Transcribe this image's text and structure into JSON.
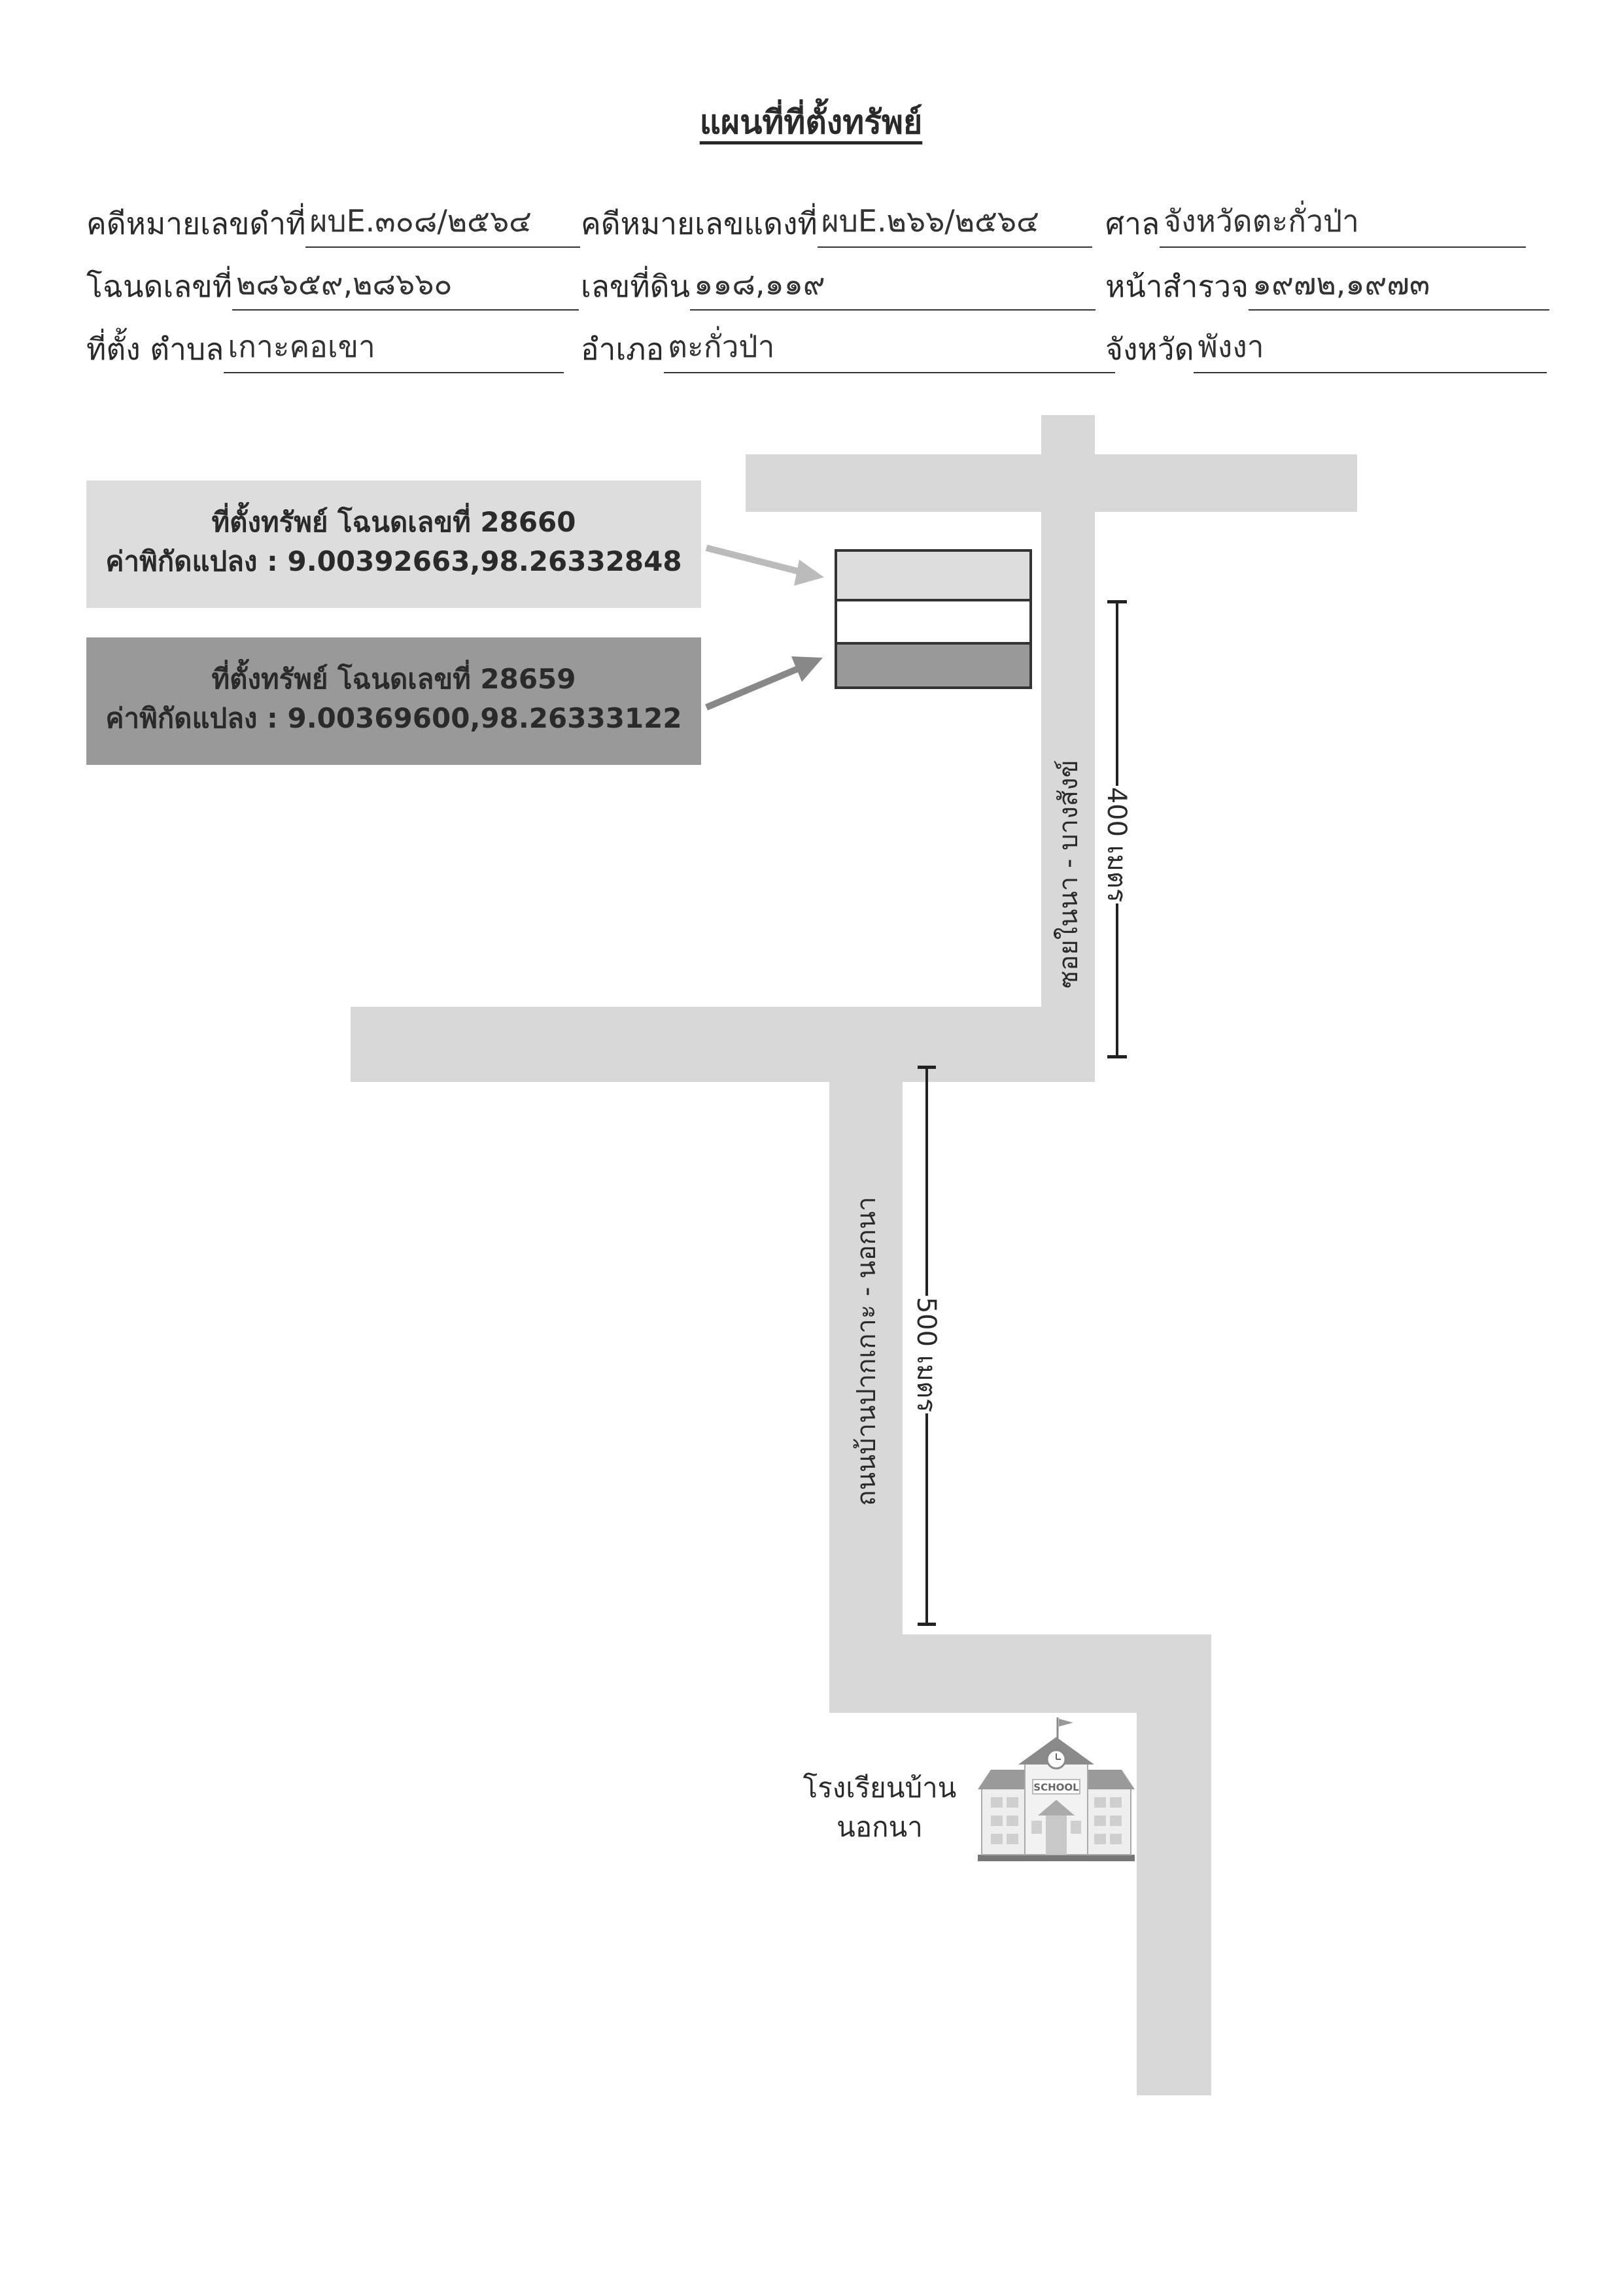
{
  "title": "แผนที่ที่ตั้งทรัพย์",
  "header": {
    "row1": {
      "black_case_label": "คดีหมายเลขดำที่",
      "black_case_value": "ผบE.๓๐๘/๒๕๖๔",
      "red_case_label": "คดีหมายเลขแดงที่",
      "red_case_value": "ผบE.๒๖๖/๒๕๖๔",
      "court_label": "ศาล",
      "court_value": "จังหวัดตะกั่วป่า"
    },
    "row2": {
      "deed_label": "โฉนดเลขที่",
      "deed_value": "๒๘๖๕๙,๒๘๖๖๐",
      "land_no_label": "เลขที่ดิน",
      "land_no_value": "๑๑๘,๑๑๙",
      "survey_label": "หน้าสำรวจ",
      "survey_value": "๑๙๗๒,๑๙๗๓"
    },
    "row3": {
      "location_label": "ที่ตั้ง  ตำบล",
      "subdistrict_value": "เกาะคอเขา",
      "district_label": "อำเภอ",
      "district_value": "ตะกั่วป่า",
      "province_label": "จังหวัด",
      "province_value": "พังงา"
    }
  },
  "map": {
    "parcel_28660": {
      "line1": "ที่ตั้งทรัพย์ โฉนดเลขที่ 28660",
      "line2": "ค่าพิกัดแปลง : 9.00392663,98.26332848"
    },
    "parcel_28659": {
      "line1": "ที่ตั้งทรัพย์ โฉนดเลขที่ 28659",
      "line2": "ค่าพิกัดแปลง : 9.00369600,98.26333122"
    },
    "road_upper_name": "ซอยในนา - บางสังข์",
    "distance_upper": "400 เมตร",
    "road_lower_name": "ถนนบ้านปากเกาะ - นอกนา",
    "distance_lower": "500 เมตร",
    "school_name_line1": "โรงเรียนบ้าน",
    "school_name_line2": "นอกนา",
    "school_sign": "SCHOOL",
    "colors": {
      "road": "#d8d8d8",
      "box_28660": "#dddddd",
      "box_28659": "#999999",
      "arrow_28660": "#bbbbbb",
      "arrow_28659": "#888888"
    }
  }
}
